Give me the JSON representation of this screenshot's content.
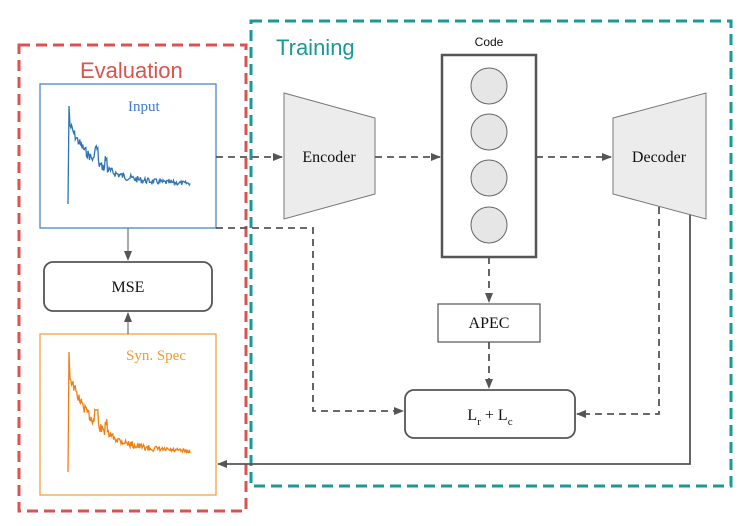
{
  "evaluation": {
    "title": "Evaluation",
    "color": "#d9534f"
  },
  "training": {
    "title": "Training",
    "color": "#1a9a96"
  },
  "input_panel": {
    "label": "Input",
    "color": "#3d7cc9",
    "line_color": "#2f74b5"
  },
  "syn_panel": {
    "label": "Syn. Spec",
    "color": "#f39a2b",
    "line_color": "#f07f12"
  },
  "mse": {
    "label": "MSE"
  },
  "encoder": {
    "label": "Encoder"
  },
  "decoder": {
    "label": "Decoder"
  },
  "code": {
    "label": "Code"
  },
  "apec": {
    "label": "APEC"
  },
  "loss": {
    "l1": "L",
    "s1": "r",
    "plus": " + ",
    "l2": "L",
    "s2": "c"
  }
}
